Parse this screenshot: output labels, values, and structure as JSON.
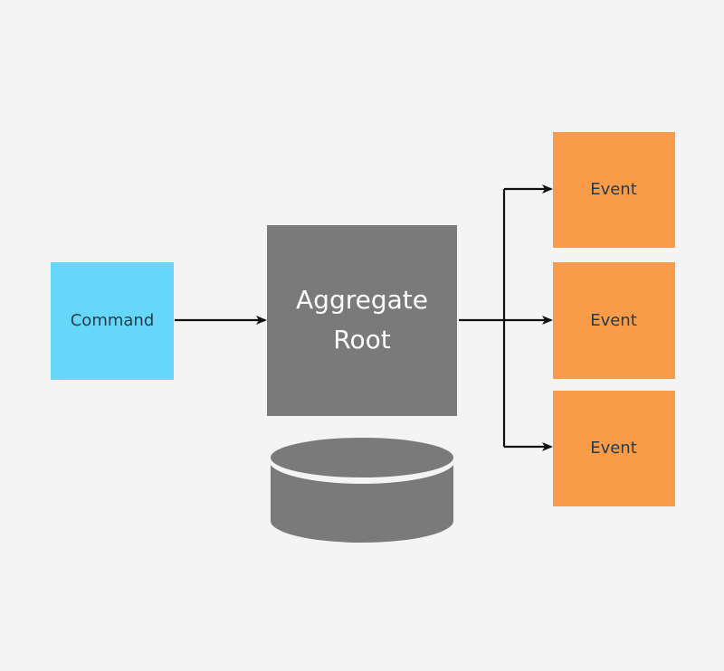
{
  "diagram": {
    "command": {
      "label": "Command"
    },
    "aggregate": {
      "line1": "Aggregate",
      "line2": "Root"
    },
    "events": [
      {
        "label": "Event"
      },
      {
        "label": "Event"
      },
      {
        "label": "Event"
      }
    ]
  },
  "colors": {
    "background": "#f4f4f4",
    "command_fill": "#66d7f8",
    "aggregate_fill": "#7a7a7a",
    "event_fill": "#f89c4a",
    "database_fill": "#7a7a7a",
    "arrow": "#111111",
    "dark_text": "#263c4a",
    "light_text": "#ffffff"
  },
  "icons": {
    "database": "database-cylinder-icon"
  }
}
